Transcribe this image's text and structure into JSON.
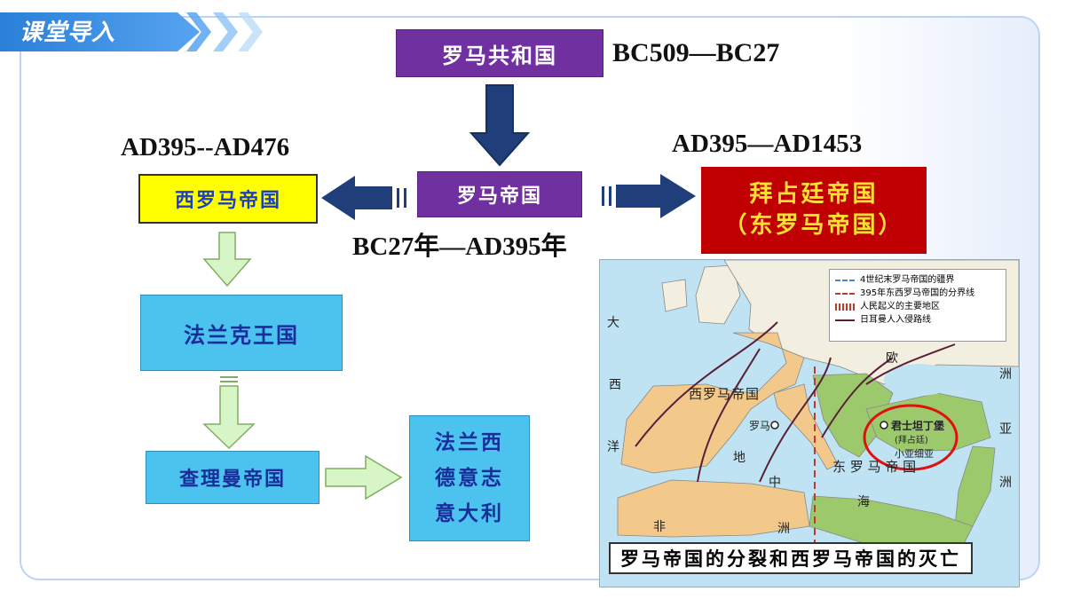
{
  "slide": {
    "banner_title": "课堂导入",
    "colors": {
      "accent": "#2a7fd8",
      "purple": "#7030a0",
      "yellow": "#ffff00",
      "red": "#c00000",
      "cyan": "#4bc3ee"
    }
  },
  "flow": {
    "republic": {
      "label": "罗马共和国",
      "dates": "BC509—BC27"
    },
    "empire": {
      "label": "罗马帝国",
      "dates": "BC27年—AD395年"
    },
    "west": {
      "label": "西罗马帝国",
      "dates": "AD395--AD476"
    },
    "byzantine": {
      "label": "拜占廷帝国",
      "sub": "（东罗马帝国）",
      "dates": "AD395—AD1453"
    },
    "frank": {
      "label": "法兰克王国"
    },
    "charlemagne": {
      "label": "查理曼帝国"
    },
    "successors": [
      "法兰西",
      "德意志",
      "意大利"
    ]
  },
  "map": {
    "legend": [
      {
        "icon": "border-dashdot-line",
        "label": "4世纪末罗马帝国的疆界"
      },
      {
        "icon": "division-dash-line",
        "label": "395年东西罗马帝国的分界线"
      },
      {
        "icon": "uprising-hatch",
        "label": "人民起义的主要地区"
      },
      {
        "icon": "invasion-arrow",
        "label": "日耳曼人入侵路线"
      }
    ],
    "labels": {
      "west_empire": "西罗马帝国",
      "east_empire": "东 罗 马 帝 国",
      "rome": "罗马",
      "constantinople": "君士坦丁堡",
      "constantinople_alt": "(拜占廷)",
      "asia_minor": "小亚细亚",
      "europe": "欧",
      "asia": "亚",
      "africa_1": "非",
      "africa_2": "洲",
      "ocean_1": "大",
      "ocean_2": "西",
      "ocean_3": "洋",
      "sea_1": "地",
      "sea_2": "中",
      "sea_3": "海",
      "continent_1": "洲",
      "continent_2": "洲"
    },
    "caption": "罗马帝国的分裂和西罗马帝国的灭亡"
  }
}
